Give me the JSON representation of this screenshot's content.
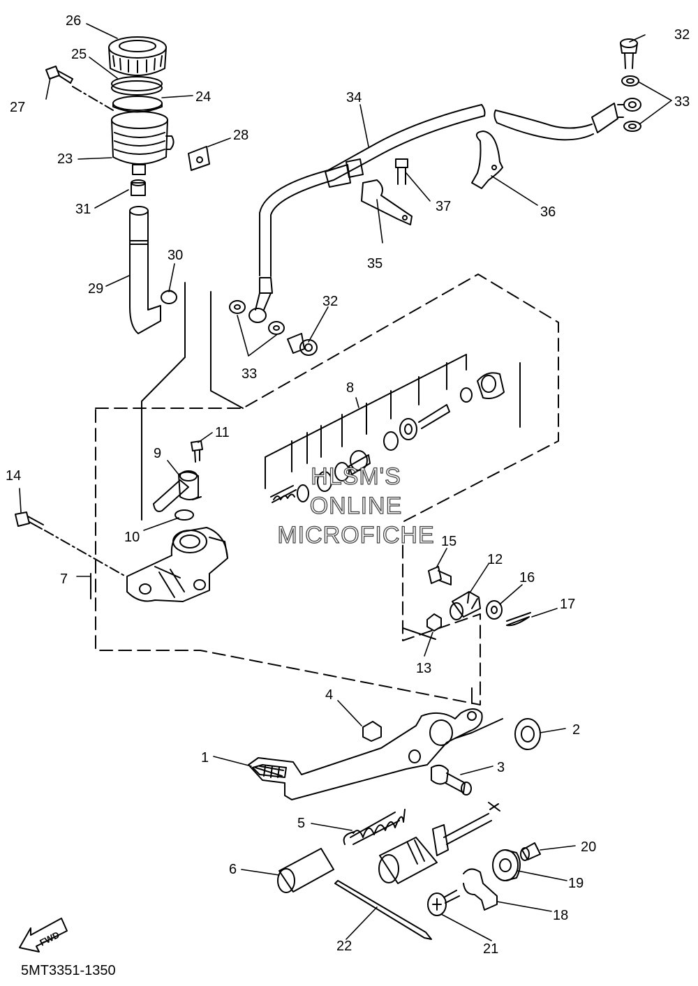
{
  "watermark": {
    "line1": "HLSM'S",
    "line2": "ONLINE",
    "line3": "MICROFICHE"
  },
  "drawing_code": "5MT3351-1350",
  "fwd_label": "FWD",
  "part_labels": {
    "p1": "1",
    "p2": "2",
    "p3": "3",
    "p4": "4",
    "p5": "5",
    "p6": "6",
    "p7": "7",
    "p8": "8",
    "p9": "9",
    "p10": "10",
    "p11": "11",
    "p12": "12",
    "p13": "13",
    "p14": "14",
    "p15": "15",
    "p16": "16",
    "p17": "17",
    "p18": "18",
    "p19": "19",
    "p20": "20",
    "p21": "21",
    "p22": "22",
    "p23": "23",
    "p24": "24",
    "p25": "25",
    "p26": "26",
    "p27": "27",
    "p28": "28",
    "p29": "29",
    "p30": "30",
    "p31": "31",
    "p32a": "32",
    "p32b": "32",
    "p33a": "33",
    "p33b": "33",
    "p34": "34",
    "p35": "35",
    "p36": "36",
    "p37": "37"
  }
}
